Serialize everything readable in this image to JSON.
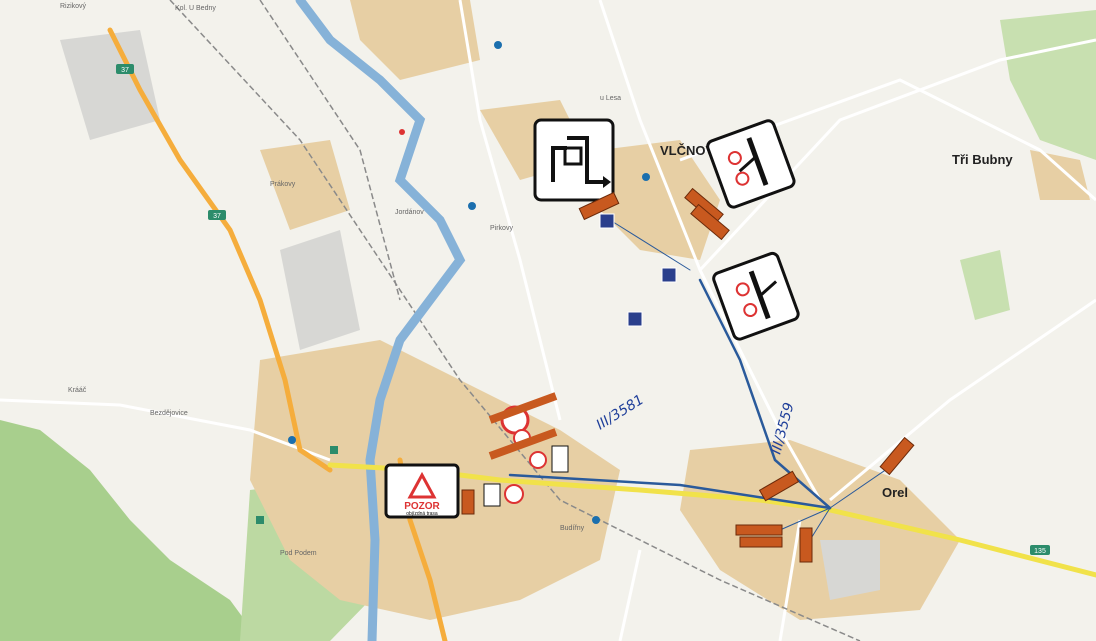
{
  "map": {
    "places": {
      "vlcnov": "VLČNOV",
      "tri_bubny": "Tři Bubny",
      "orel": "Orel"
    },
    "small_labels": {
      "kolo_u_bedny": "Kol. U Bedny",
      "rizikovy": "Rizikový",
      "prakovy": "Prákovy",
      "jordanov": "Jordánov",
      "pirkovy": "Pirkovy",
      "u_lesa": "u Lesa",
      "kraak": "Krááč",
      "bezdejovice": "Bezdějovice",
      "budirny": "Budířny",
      "pod_podem": "Pod Podem"
    },
    "route_badges": {
      "top_left": "37",
      "mid_left": "37",
      "bottom_right": "135"
    },
    "handwritten": {
      "route_a": "III/3581",
      "route_b": "III/3559"
    },
    "warning_sign": {
      "title": "POZOR",
      "subtitle": "objízdná trasa"
    },
    "colors": {
      "primary_road": "#f5ad3c",
      "secondary_road": "#f1e24a",
      "river": "#86b2d8",
      "detour_line": "#2a5a9b",
      "forest": "#a8cf8d",
      "urban": "#e7cfa4",
      "background": "#f3f2ec",
      "sign_orange": "#c8591f"
    },
    "icons": [
      "road-closure-sign",
      "detour-arrow-sign",
      "priority-sign",
      "no-entry-sign",
      "warning-triangle-sign",
      "parking-sign"
    ]
  }
}
